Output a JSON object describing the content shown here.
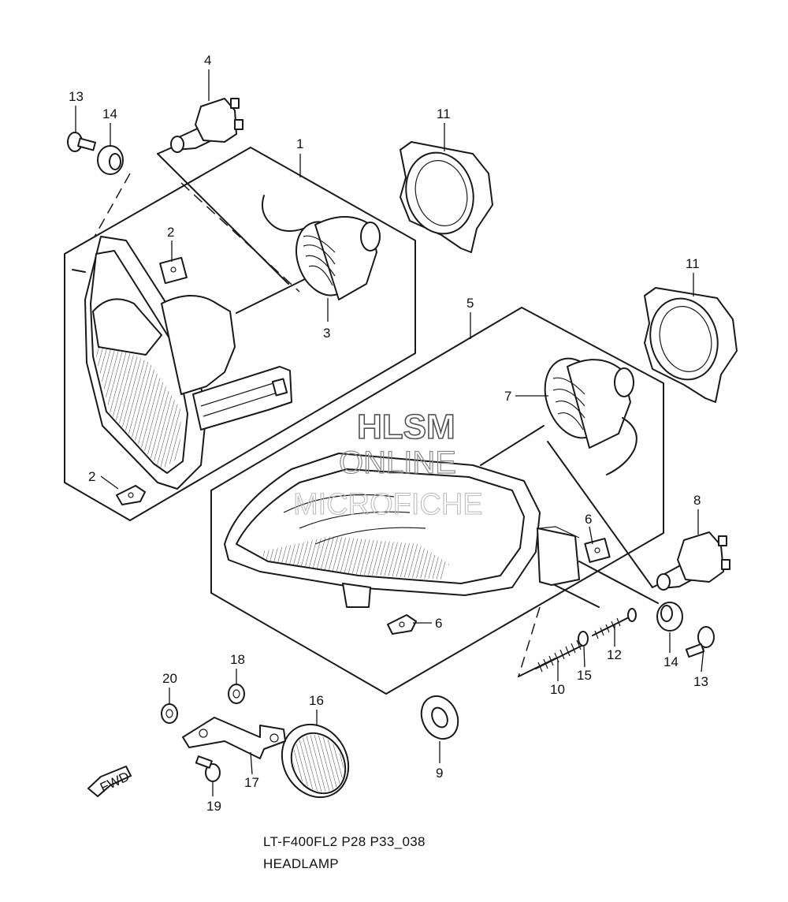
{
  "callouts": {
    "c1": "1",
    "c2a": "2",
    "c2b": "2",
    "c3": "3",
    "c4": "4",
    "c5": "5",
    "c6a": "6",
    "c6b": "6",
    "c7": "7",
    "c8": "8",
    "c9": "9",
    "c10": "10",
    "c11a": "11",
    "c11b": "11",
    "c12": "12",
    "c13a": "13",
    "c13b": "13",
    "c14a": "14",
    "c14b": "14",
    "c15": "15",
    "c16": "16",
    "c17": "17",
    "c18": "18",
    "c19": "19",
    "c20": "20"
  },
  "watermark": {
    "line1": "HLSM",
    "line2": "ONLINE",
    "line3": "MICROFICHE"
  },
  "fwd_label": "FWD",
  "caption": {
    "code": "LT-F400FL2 P28 P33_038",
    "title": "HEADLAMP"
  }
}
